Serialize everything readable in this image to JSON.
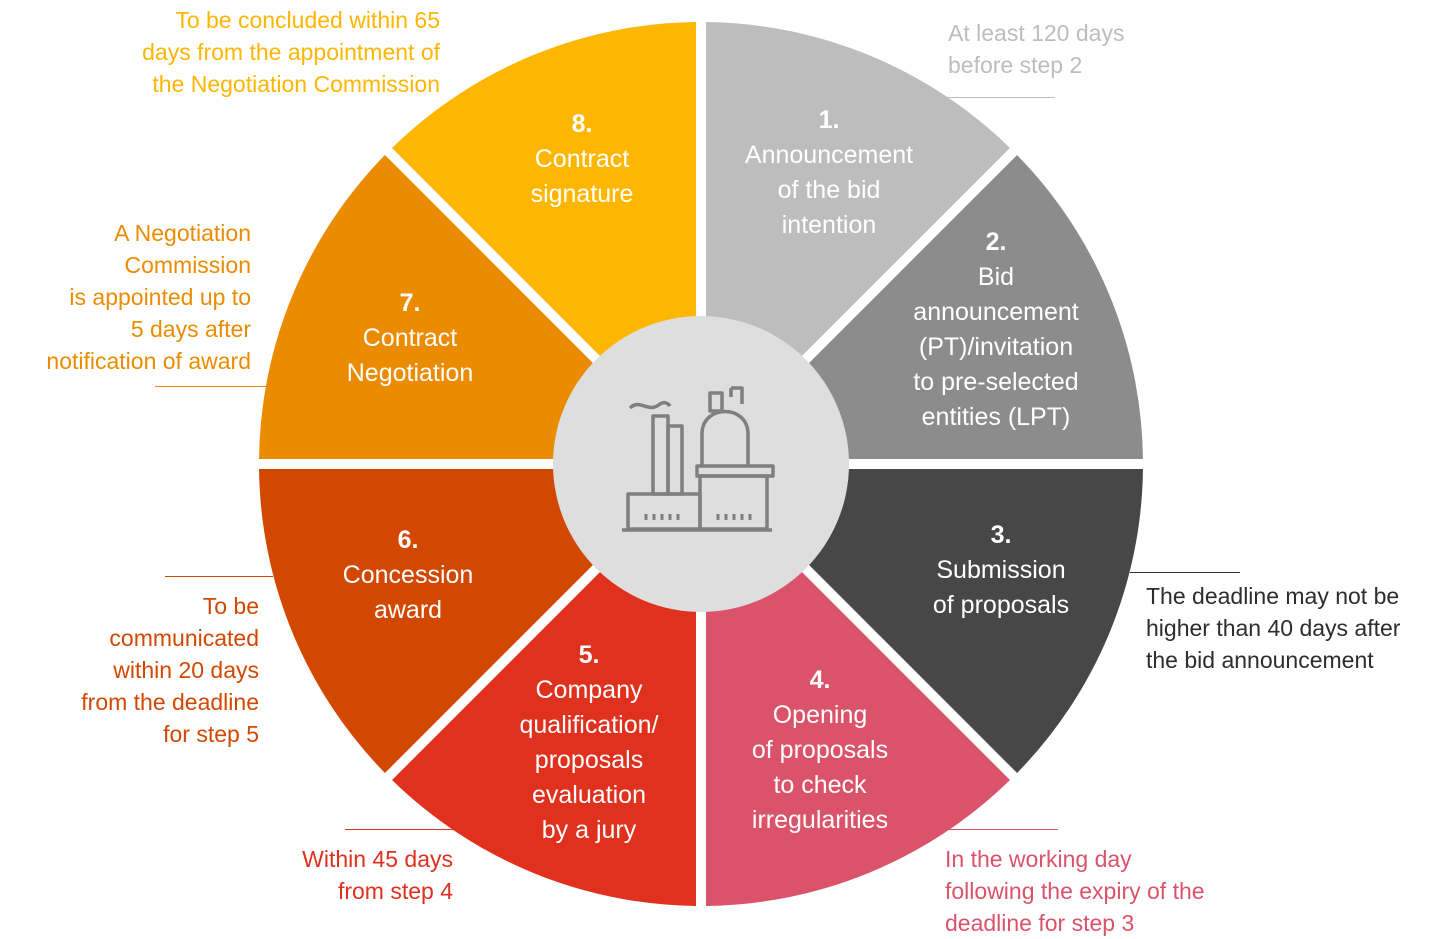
{
  "colors": {
    "step1": "#bdbdbd",
    "step2": "#8c8c8c",
    "step3": "#474747",
    "step4": "#db536a",
    "step5": "#e0301e",
    "step6": "#d24800",
    "step7": "#eb8c00",
    "step8": "#ffb600",
    "hub": "#dedede",
    "icon": "#7f7f7f",
    "note_gray": "#bdbdbd",
    "note_dark": "#2d2d2d"
  },
  "center_icon": "factory-icon",
  "steps": [
    {
      "number": "1.",
      "lines": [
        "Announcement",
        "of the bid",
        "intention"
      ]
    },
    {
      "number": "2.",
      "lines": [
        "Bid",
        "announcement",
        "(PT)/invitation",
        "to pre-selected",
        "entities (LPT)"
      ]
    },
    {
      "number": "3.",
      "lines": [
        "Submission",
        "of proposals"
      ]
    },
    {
      "number": "4.",
      "lines": [
        "Opening",
        "of proposals",
        "to check",
        "irregularities"
      ]
    },
    {
      "number": "5.",
      "lines": [
        "Company",
        "qualification/",
        "proposals",
        "evaluation",
        "by a jury"
      ]
    },
    {
      "number": "6.",
      "lines": [
        "Concession",
        "award"
      ]
    },
    {
      "number": "7.",
      "lines": [
        "Contract",
        "Negotiation"
      ]
    },
    {
      "number": "8.",
      "lines": [
        "Contract",
        "signature"
      ]
    }
  ],
  "notes": {
    "step1": [
      "At least 120 days",
      "before step 2"
    ],
    "step3": [
      "The deadline may not be",
      "higher than 40 days after",
      "the bid announcement"
    ],
    "step4": [
      "In the working day",
      "following the expiry of the",
      "deadline for step 3"
    ],
    "step5": [
      "Within 45 days",
      "from step 4"
    ],
    "step6": [
      "To be",
      "communicated",
      "within 20 days",
      "from the deadline",
      "for step 5"
    ],
    "step7": [
      "A Negotiation",
      "Commission",
      "is appointed up to",
      "5 days after",
      "notification of award"
    ],
    "step8": [
      "To be concluded within 65",
      "days from the appointment of",
      "the Negotiation Commission"
    ]
  }
}
